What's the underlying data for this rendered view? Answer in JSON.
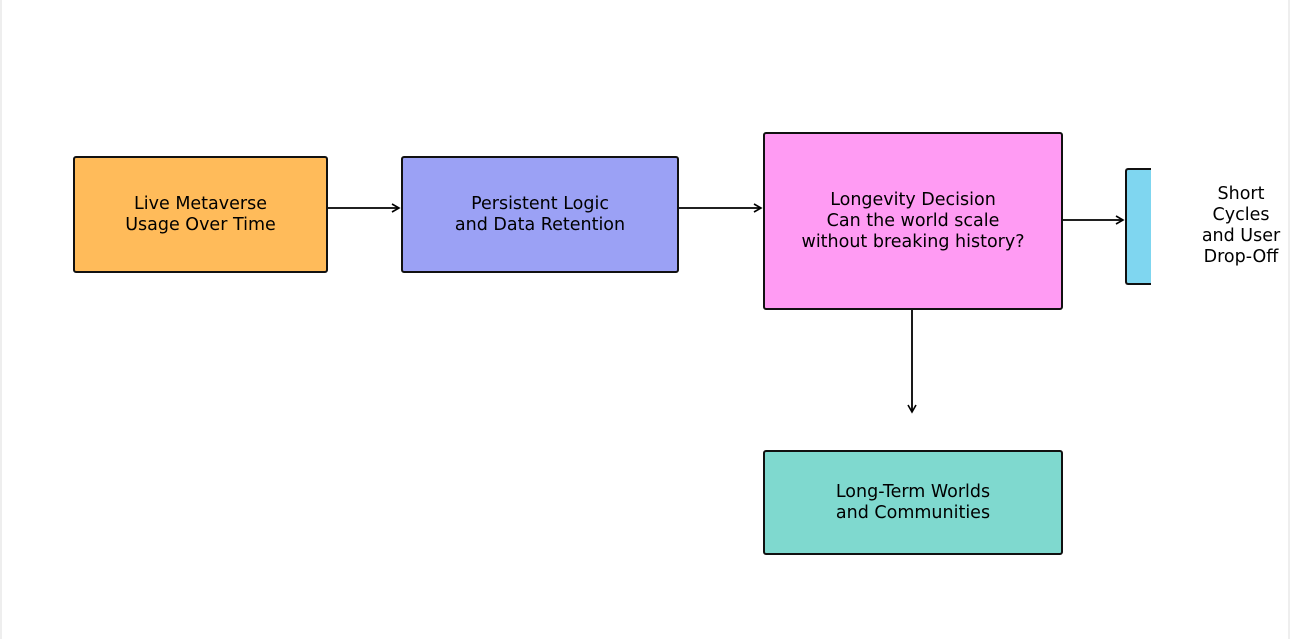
{
  "diagram": {
    "nodes": [
      {
        "id": "n1",
        "lines": [
          "Live Metaverse",
          "Usage Over Time"
        ],
        "color": "#FFBB5A"
      },
      {
        "id": "n2",
        "lines": [
          "Persistent Logic",
          "and Data Retention"
        ],
        "color": "#9BA1F5"
      },
      {
        "id": "n3",
        "lines": [
          "Longevity Decision",
          "Can the world scale",
          "without breaking history?"
        ],
        "color": "#FF9BF3"
      },
      {
        "id": "n4",
        "lines": [
          "Long-Term Worlds",
          "and Communities"
        ],
        "color": "#7FD9CF"
      },
      {
        "id": "n5",
        "lines": [
          "Short",
          "Cycles",
          "and User",
          "Drop-Off"
        ],
        "color": "#7FD6F0"
      }
    ],
    "edges": [
      {
        "from": "n1",
        "to": "n2"
      },
      {
        "from": "n2",
        "to": "n3"
      },
      {
        "from": "n3",
        "to": "n5"
      },
      {
        "from": "n3",
        "to": "n4"
      }
    ]
  }
}
